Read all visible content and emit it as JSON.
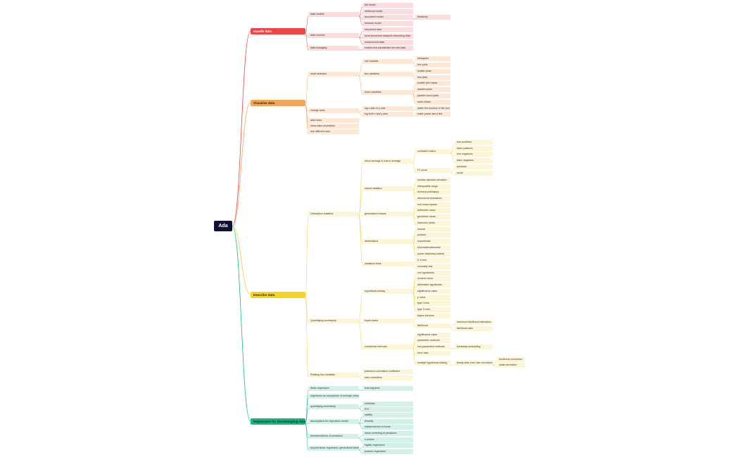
{
  "root": {
    "label": "Ada"
  },
  "branches": [
    {
      "id": "handle",
      "label": "Handle data",
      "color": "#ef4444",
      "light": "#fcdcdc",
      "text_color": "#ffffff",
      "line_color": "#ef4444",
      "children": [
        {
          "label": "data models",
          "children": [
            {
              "label": "flat model"
            },
            {
              "label": "relational model"
            },
            {
              "label": "document model",
              "children": [
                {
                  "label": "hierarchy"
                }
              ]
            },
            {
              "label": "network model"
            }
          ]
        },
        {
          "label": "data sources",
          "children": [
            {
              "label": "structured data"
            },
            {
              "label": "semi-structured data(self-describing data"
            },
            {
              "label": "unstructured data"
            }
          ]
        },
        {
          "label": "data wrangling",
          "children": [
            {
              "label": "extract and standardize the raw data"
            }
          ]
        }
      ]
    },
    {
      "id": "visualize",
      "label": "Visualize data",
      "color": "#f5a55a",
      "light": "#fde8d6",
      "text_color": "#3a2000",
      "line_color": "#f5a55a",
      "children": [
        {
          "label": "chart selection",
          "children": [
            {
              "label": "one variable",
              "children": [
                {
                  "label": "histogram"
                },
                {
                  "label": "box plots"
                }
              ]
            },
            {
              "label": "two variables",
              "children": [
                {
                  "label": "scatter plots"
                },
                {
                  "label": "line plots"
                }
              ]
            },
            {
              "label": "more variables",
              "children": [
                {
                  "label": "scatter plot matrix"
                },
                {
                  "label": "stacked plots"
                },
                {
                  "label": "parallel coord plots"
                },
                {
                  "label": "radar charts"
                }
              ]
            }
          ]
        },
        {
          "label": "change axes",
          "children": [
            {
              "label": "log x axis or y axis",
              "children": [
                {
                  "label": "widen the function in the tool"
                }
              ]
            },
            {
              "label": "log both x and y axis",
              "children": [
                {
                  "label": "make power law a line"
                }
              ]
            }
          ]
        },
        {
          "label": "label axes"
        },
        {
          "label": "show data uncertainty"
        },
        {
          "label": "use different color"
        }
      ]
    },
    {
      "id": "describe",
      "label": "Describe data",
      "color": "#f5d51f",
      "light": "#fdf6d6",
      "text_color": "#2a2200",
      "line_color": "#f0d040",
      "children": [
        {
          "label": "Descriptive statistics",
          "children": [
            {
              "label": "micro average & macro average",
              "children": [
                {
                  "label": "confusion matrix",
                  "children": [
                    {
                      "label": "true positives"
                    },
                    {
                      "label": "false positives"
                    },
                    {
                      "label": "true negatives"
                    },
                    {
                      "label": "false negatives"
                    }
                  ]
                },
                {
                  "label": "F1 score",
                  "children": [
                    {
                      "label": "precision"
                    },
                    {
                      "label": "recall"
                    }
                  ]
                }
              ]
            },
            {
              "label": "robust statistics",
              "children": [
                {
                  "label": "median absolute deviation"
                },
                {
                  "label": "interquartile range"
                },
                {
                  "label": "trimmed estimators"
                },
                {
                  "label": "winsorized estimators"
                }
              ]
            },
            {
              "label": "generalized means",
              "children": [
                {
                  "label": "root mean square"
                },
                {
                  "label": "arithmetic mean"
                },
                {
                  "label": "geometric mean"
                },
                {
                  "label": "harmonic mean"
                }
              ]
            },
            {
              "label": "distributions",
              "children": [
                {
                  "label": "normal"
                },
                {
                  "label": "poisson"
                },
                {
                  "label": "exponential"
                },
                {
                  "label": "binomial/multinomial"
                },
                {
                  "label": "power law(heavy-tailed)"
                }
              ]
            },
            {
              "label": "statistical tests",
              "children": [
                {
                  "label": "K-S test"
                },
                {
                  "label": "normality test"
                }
              ]
            }
          ]
        },
        {
          "label": "Quantifying uncertainty",
          "children": [
            {
              "label": "hypothesis testing",
              "children": [
                {
                  "label": "null hypothesis"
                },
                {
                  "label": "occam's razor"
                },
                {
                  "label": "alternative hypothesis"
                },
                {
                  "label": "significance value"
                },
                {
                  "label": "p value"
                },
                {
                  "label": "type I error"
                },
                {
                  "label": "type II error"
                }
              ]
            },
            {
              "label": "bayes factor",
              "children": [
                {
                  "label": "bayes theorem"
                },
                {
                  "label": "likelihood",
                  "children": [
                    {
                      "label": "maximum likelihood estimation"
                    },
                    {
                      "label": "likelihood ratio"
                    }
                  ]
                }
              ]
            },
            {
              "label": "confidence intervals",
              "children": [
                {
                  "label": "significance value"
                },
                {
                  "label": "parametric methods"
                },
                {
                  "label": "non-parametric methods",
                  "children": [
                    {
                      "label": "bootstrap resampling"
                    }
                  ]
                },
                {
                  "label": "error bars"
                },
                {
                  "label": "multiple hypothesis testing",
                  "children": [
                    {
                      "label": "family-wise error rate corrections",
                      "children": [
                        {
                          "label": "bonferroni correction"
                        },
                        {
                          "label": "sidak correction"
                        }
                      ]
                    }
                  ]
                }
              ]
            }
          ]
        },
        {
          "label": "Relating two variables",
          "children": [
            {
              "label": "pearson's correlation coefficient"
            },
            {
              "label": "rank correlation"
            }
          ]
        }
      ]
    },
    {
      "id": "regress",
      "label": "Regression for disentangling data",
      "color": "#10b981",
      "light": "#d3f1e6",
      "text_color": "#06261b",
      "line_color": "#10b981",
      "children": [
        {
          "label": "linear regression",
          "children": [
            {
              "label": "least squares"
            }
          ]
        },
        {
          "label": "regression as comparison of average outcomes"
        },
        {
          "label": "quantifying uncertainty",
          "children": [
            {
              "label": "residuals"
            },
            {
              "label": "R^2"
            }
          ]
        },
        {
          "label": "assumptions for regression model",
          "children": [
            {
              "label": "validity"
            },
            {
              "label": "linearity"
            },
            {
              "label": "independence of errors"
            }
          ]
        },
        {
          "label": "transformations of predictors",
          "children": [
            {
              "label": "mean centering of predictors"
            },
            {
              "label": "z-scores"
            }
          ]
        },
        {
          "label": "beyond linear regression: generalized linear models",
          "children": [
            {
              "label": "logistic regression"
            },
            {
              "label": "poisson regression"
            }
          ]
        }
      ]
    }
  ]
}
